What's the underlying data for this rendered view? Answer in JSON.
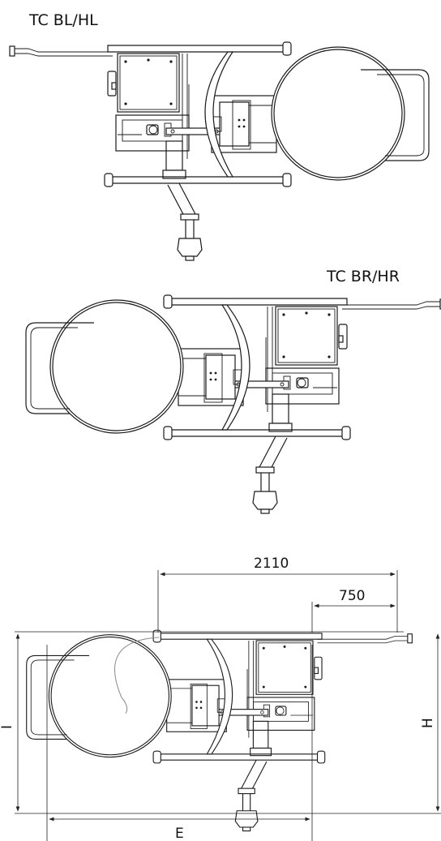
{
  "views": {
    "top": {
      "title": "TC BL/HL"
    },
    "middle": {
      "title": "TC BR/HR"
    }
  },
  "dimensions": {
    "overall_length": "2110",
    "arm_offset": "750",
    "height_label": "H",
    "width_label": "I",
    "base_label": "E"
  }
}
